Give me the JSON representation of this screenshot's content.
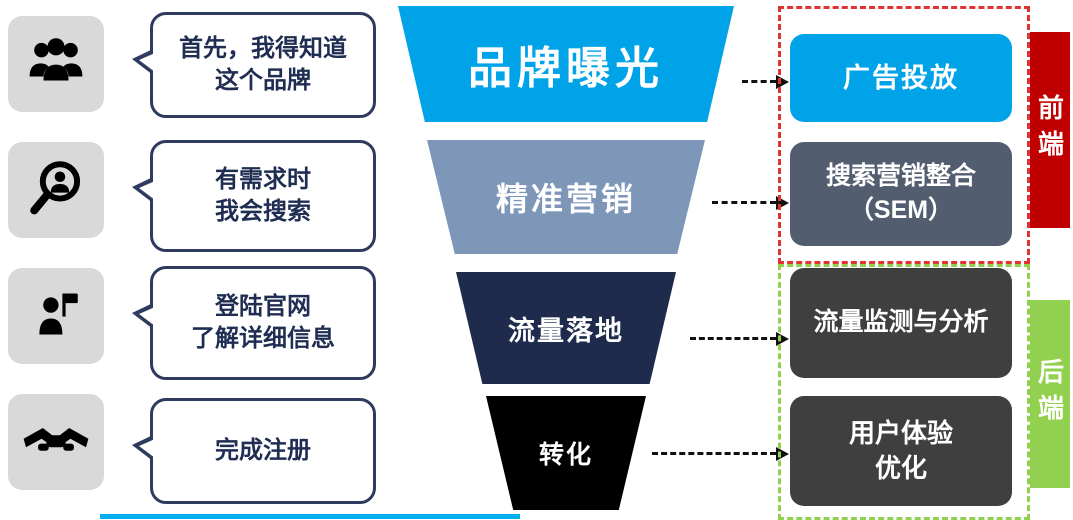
{
  "rows": [
    {
      "icon": "people-group-icon",
      "bubble": {
        "line1": "首先，我得知道",
        "line2": "这个品牌"
      }
    },
    {
      "icon": "search-user-icon",
      "bubble": {
        "line1": "有需求时",
        "line2": "我会搜索"
      }
    },
    {
      "icon": "presenter-icon",
      "bubble": {
        "line1": "登陆官网",
        "line2": "了解详细信息"
      }
    },
    {
      "icon": "handshake-icon",
      "bubble": {
        "line1": "完成注册",
        "line2": ""
      }
    }
  ],
  "funnel": {
    "layers": [
      {
        "label": "品牌曝光",
        "color": "#00a3e8"
      },
      {
        "label": "精准营销",
        "color": "#7e96b8"
      },
      {
        "label": "流量落地",
        "color": "#1e2b4c"
      },
      {
        "label": "转化",
        "color": "#000000"
      }
    ]
  },
  "right_boxes": [
    {
      "line1": "广告投放",
      "line2": "",
      "color": "#00a3e8"
    },
    {
      "line1": "搜索营销整合",
      "line2": "（SEM）",
      "color": "#525e70"
    },
    {
      "line1": "流量监测与分析",
      "line2": "",
      "color": "#3f3f3f"
    },
    {
      "line1": "用户体验",
      "line2": "优化",
      "color": "#3f3f3f"
    }
  ],
  "groups": {
    "front": {
      "label": "前端",
      "tab_color": "#c00000",
      "border_color": "#e03434"
    },
    "back": {
      "label": "后端",
      "tab_color": "#92d050",
      "border_color": "#8fd14f"
    }
  },
  "accents": {
    "bottom_line_color": "#00b0f0",
    "icon_tile_color": "#d9d9d9",
    "bubble_border_color": "#2e3a5e"
  }
}
